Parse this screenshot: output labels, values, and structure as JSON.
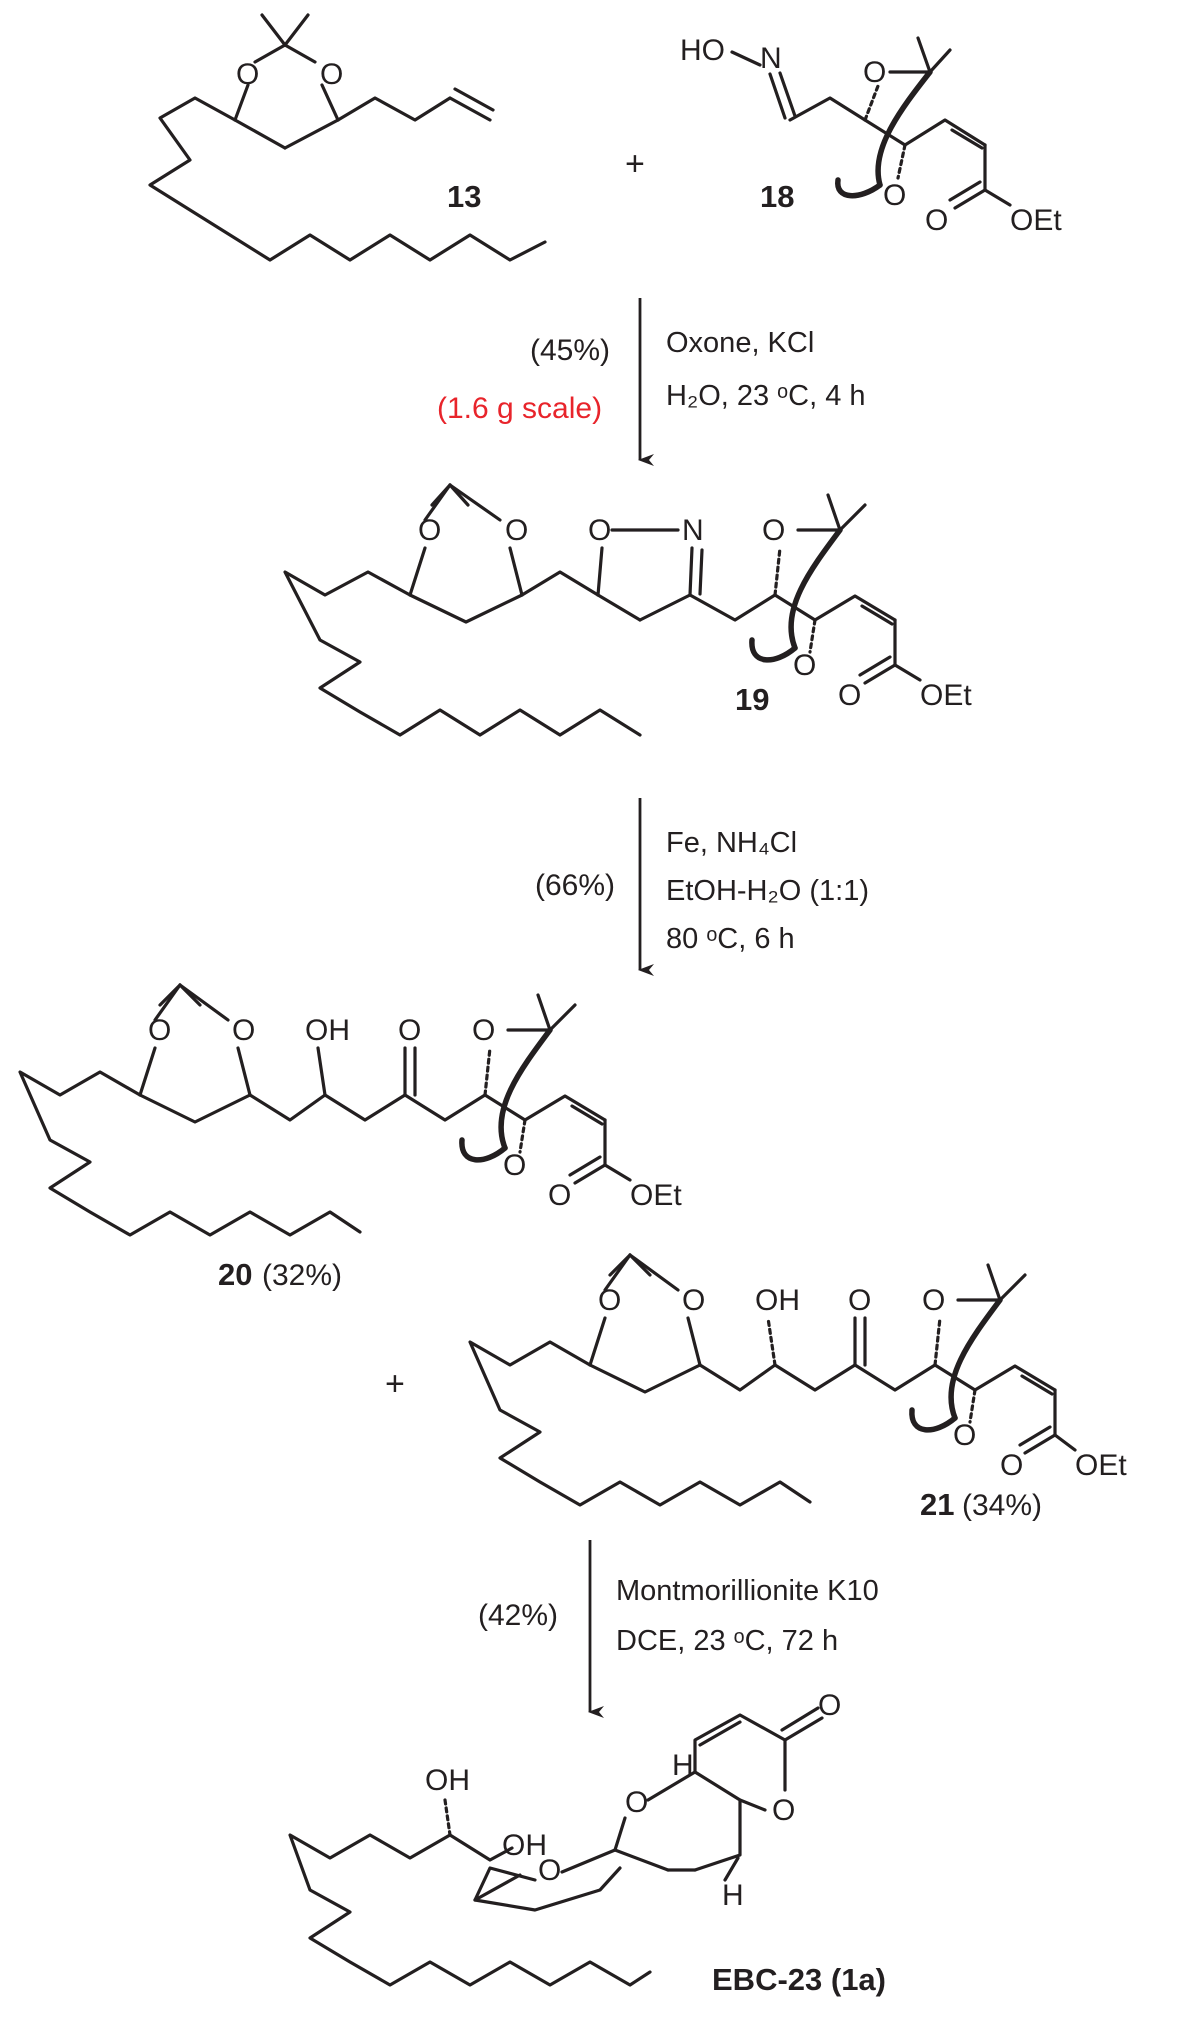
{
  "compounds": {
    "c13": {
      "label": "13"
    },
    "c18": {
      "label": "18"
    },
    "c19": {
      "label": "19"
    },
    "c20": {
      "label": "20",
      "yield": "(32%)"
    },
    "c21": {
      "label": "21",
      "yield": "(34%)"
    },
    "ebc23": {
      "label": "EBC-23 (1a)"
    }
  },
  "atoms": {
    "O": "O",
    "N": "N",
    "HO": "HO",
    "OH": "OH",
    "H": "H",
    "OEt": "OEt",
    "plus": "+"
  },
  "steps": {
    "step1": {
      "yield": "(45%)",
      "scale": "(1.6 g scale)",
      "line1": "Oxone, KCl",
      "line2": "H₂O, 23 ᵒC, 4 h"
    },
    "step2": {
      "yield": "(66%)",
      "line1": "Fe, NH₄Cl",
      "line2": "EtOH-H₂O (1:1)",
      "line3": "80 ᵒC, 6 h"
    },
    "step3": {
      "yield": "(42%)",
      "line1": "Montmorillionite K10",
      "line2": "DCE, 23 ᵒC, 72 h"
    }
  },
  "colors": {
    "ink": "#231f20",
    "highlight": "#e8242b"
  }
}
